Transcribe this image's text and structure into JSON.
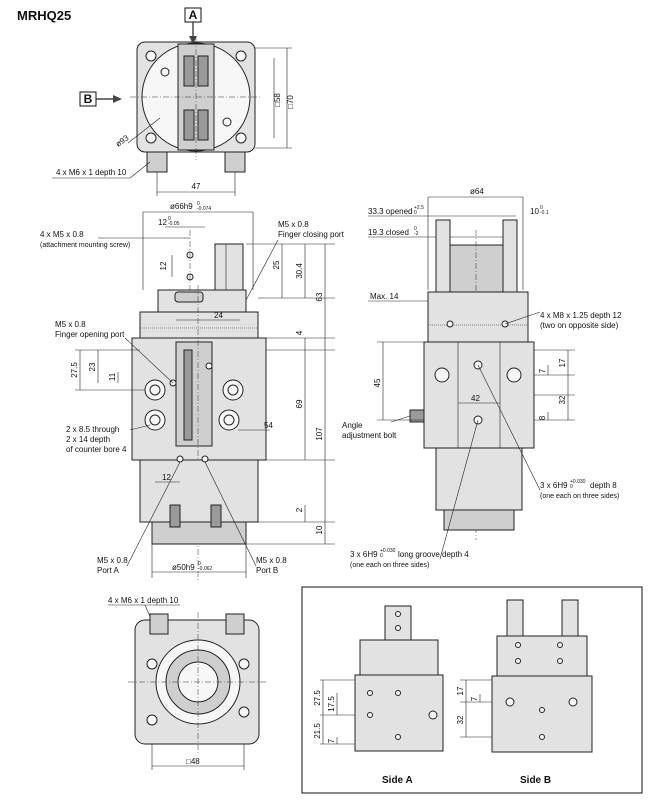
{
  "model": "MRHQ25",
  "view_a": "A",
  "view_b": "B",
  "top_view": {
    "dia_93": "ø93",
    "sq_70": "□70",
    "sq_58": "□58",
    "dim_47": "47",
    "thread_label": "4 x M6 x 1 depth 10"
  },
  "front_view": {
    "dia_66": "ø66h9",
    "dia_66_tol_top": "0",
    "dia_66_tol_bot": "-0.074",
    "dim_12_top": "12",
    "dim_12_tol_top": "0",
    "dim_12_tol_bot": "-0.05",
    "attach_label_1": "4 x M5 x 0.8",
    "attach_label_2": "(attachment mounting screw)",
    "closing_port_1": "M5 x 0.8",
    "closing_port_2": "Finger closing port",
    "dim_12_v": "12",
    "dim_25": "25",
    "dim_30_4": "30.4",
    "dim_63": "63",
    "dim_24": "24",
    "dim_4": "4",
    "opening_port_1": "M5 x 0.8",
    "opening_port_2": "Finger opening port",
    "dim_27_5": "27.5",
    "dim_23": "23",
    "dim_11": "11",
    "dim_69": "69",
    "dim_107": "107",
    "through_1": "2 x 8.5 through",
    "through_2": "2 x 14 depth",
    "through_3": "of counter bore 4",
    "dim_54": "54",
    "dim_12_bot": "12",
    "dim_2": "2",
    "dim_10": "10",
    "port_a_1": "M5 x 0.8",
    "port_a_2": "Port A",
    "port_b_1": "M5 x 0.8",
    "port_b_2": "Port B",
    "dia_50": "ø50h9",
    "dia_50_tol_top": "0",
    "dia_50_tol_bot": "-0.062"
  },
  "side_view": {
    "dia_64": "ø64",
    "opened": "33.3 opened",
    "opened_tol_top": "+2.5",
    "opened_tol_bot": "0",
    "closed": "19.3 closed",
    "closed_tol_top": "0",
    "closed_tol_bot": "-2",
    "dim_10": "10",
    "dim_10_tol_top": "0",
    "dim_10_tol_bot": "-0.1",
    "max_14": "Max. 14",
    "thread_1": "4 x M8 x 1.25 depth 12",
    "thread_2": "(two on opposite side)",
    "dim_17": "17",
    "dim_7": "7",
    "dim_45": "45",
    "dim_42": "42",
    "dim_32": "32",
    "dim_8": "8",
    "angle_1": "Angle",
    "angle_2": "adjustment bolt",
    "hole_1": "3 x 6H9",
    "hole_1_tol_top": "+0.030",
    "hole_1_tol_bot": "0",
    "hole_1_depth": "depth 8",
    "hole_2": "(one each on three sides)",
    "groove_1": "3 x 6H9",
    "groove_1_tol_top": "+0.030",
    "groove_1_tol_bot": "0",
    "groove_1_rest": "long groove depth 4",
    "groove_2": "(one each on three sides)"
  },
  "bottom_view": {
    "thread_label": "4 x M6 x 1 depth 10",
    "sq_48": "□48"
  },
  "inset": {
    "dim_27_5": "27.5",
    "dim_17_5": "17.5",
    "dim_21_5": "21.5",
    "dim_7": "7",
    "dim_17": "17",
    "dim_7b": "7",
    "dim_32": "32",
    "side_a": "Side A",
    "side_b": "Side B"
  }
}
